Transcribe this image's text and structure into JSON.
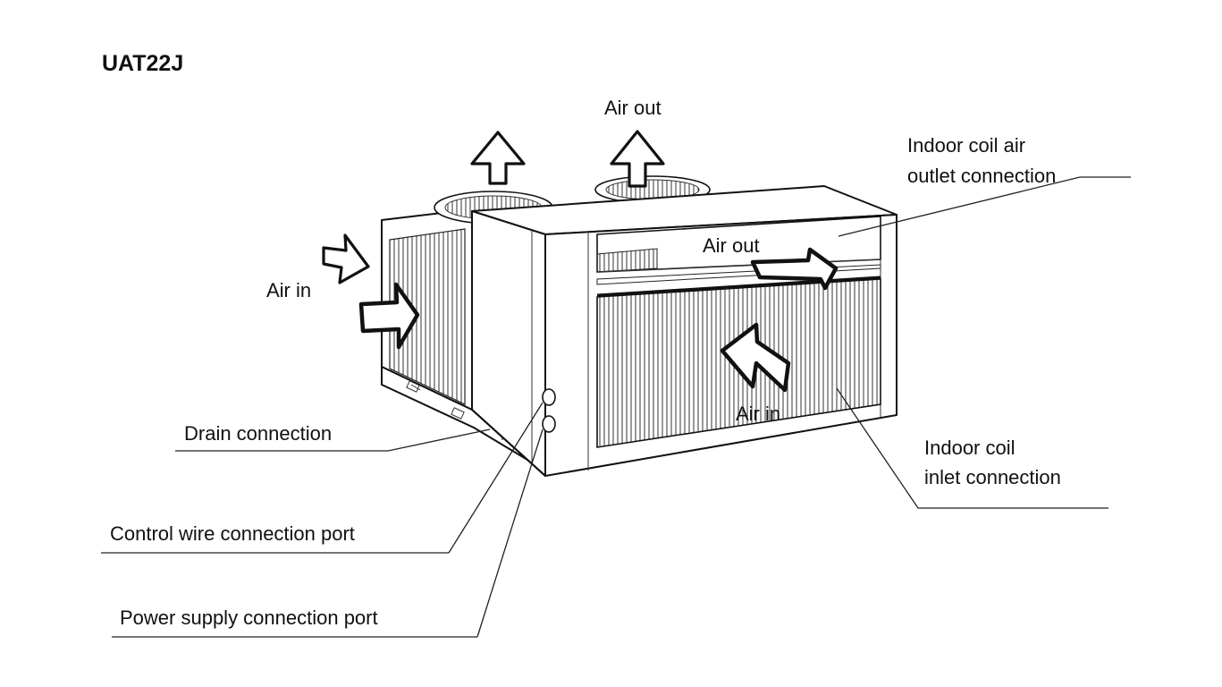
{
  "title": "UAT22J",
  "labels": {
    "air_out_top": "Air out",
    "indoor_outlet_line1": "Indoor coil air",
    "indoor_outlet_line2": "outlet connection",
    "air_out_panel": "Air out",
    "air_in_left": "Air in",
    "air_in_front": "Air in",
    "drain": "Drain connection",
    "indoor_inlet_line1": "Indoor coil",
    "indoor_inlet_line2": "inlet connection",
    "control_wire": "Control wire connection port",
    "power_supply": "Power supply connection port"
  }
}
